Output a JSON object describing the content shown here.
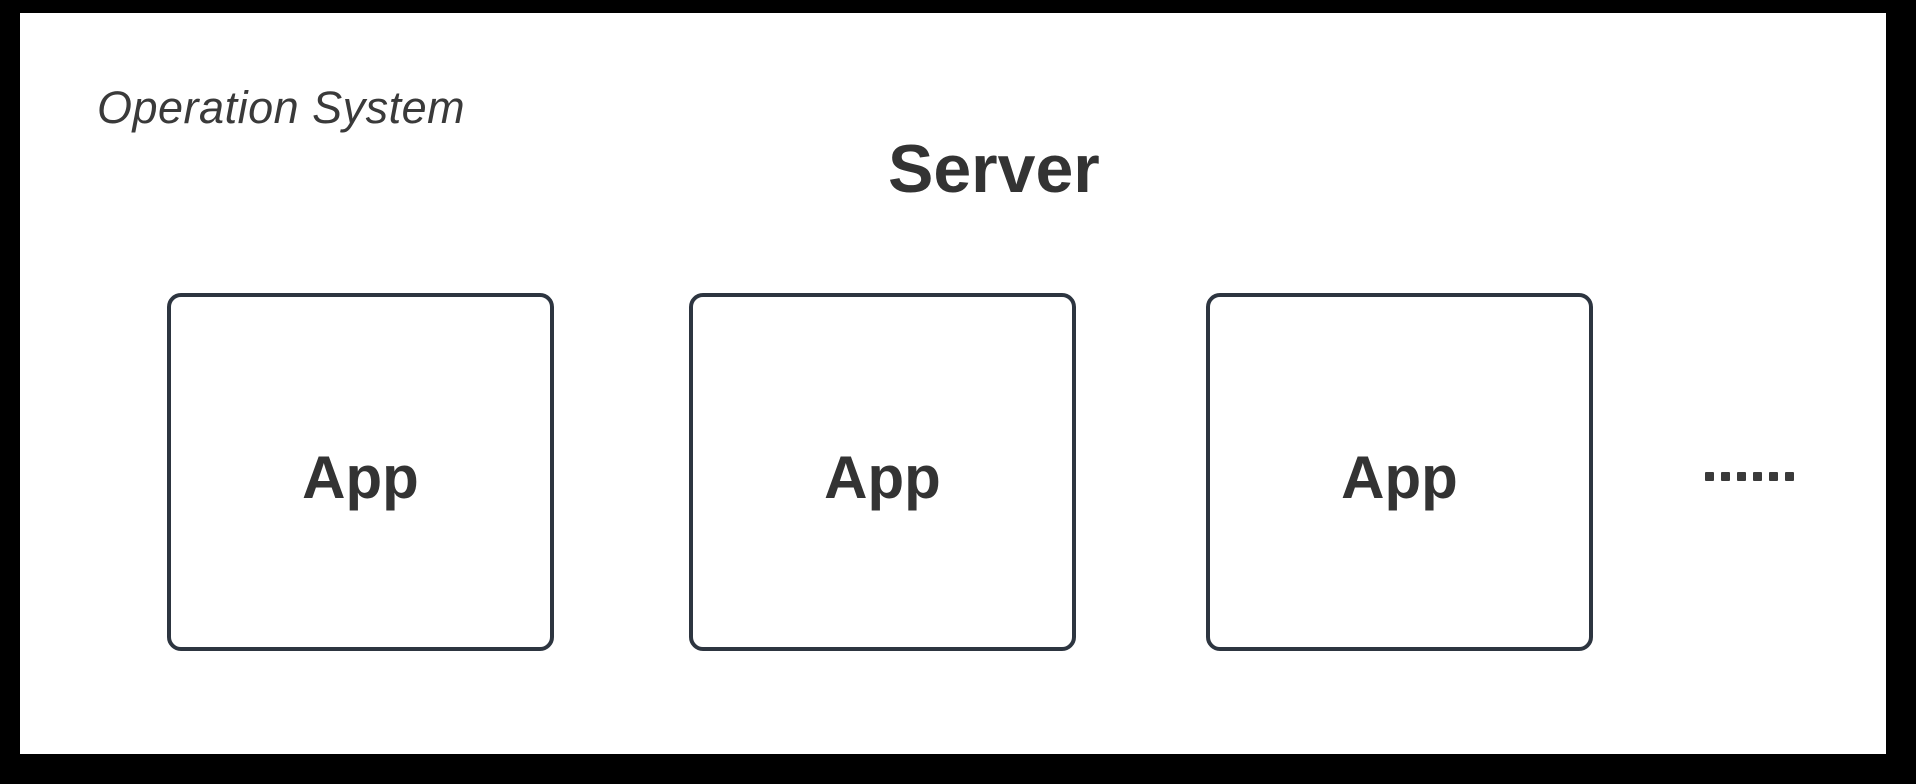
{
  "diagram": {
    "os_label": "Operation System",
    "title": "Server",
    "ellipsis": "......",
    "ellipsis_dot_count": 6,
    "colors": {
      "frame_background": "#000000",
      "canvas_background": "#ffffff",
      "box_border": "#2d3540",
      "text": "#333333",
      "label_text": "#3a3a3a"
    }
  },
  "apps": [
    {
      "label": "App"
    },
    {
      "label": "App"
    },
    {
      "label": "App"
    }
  ]
}
